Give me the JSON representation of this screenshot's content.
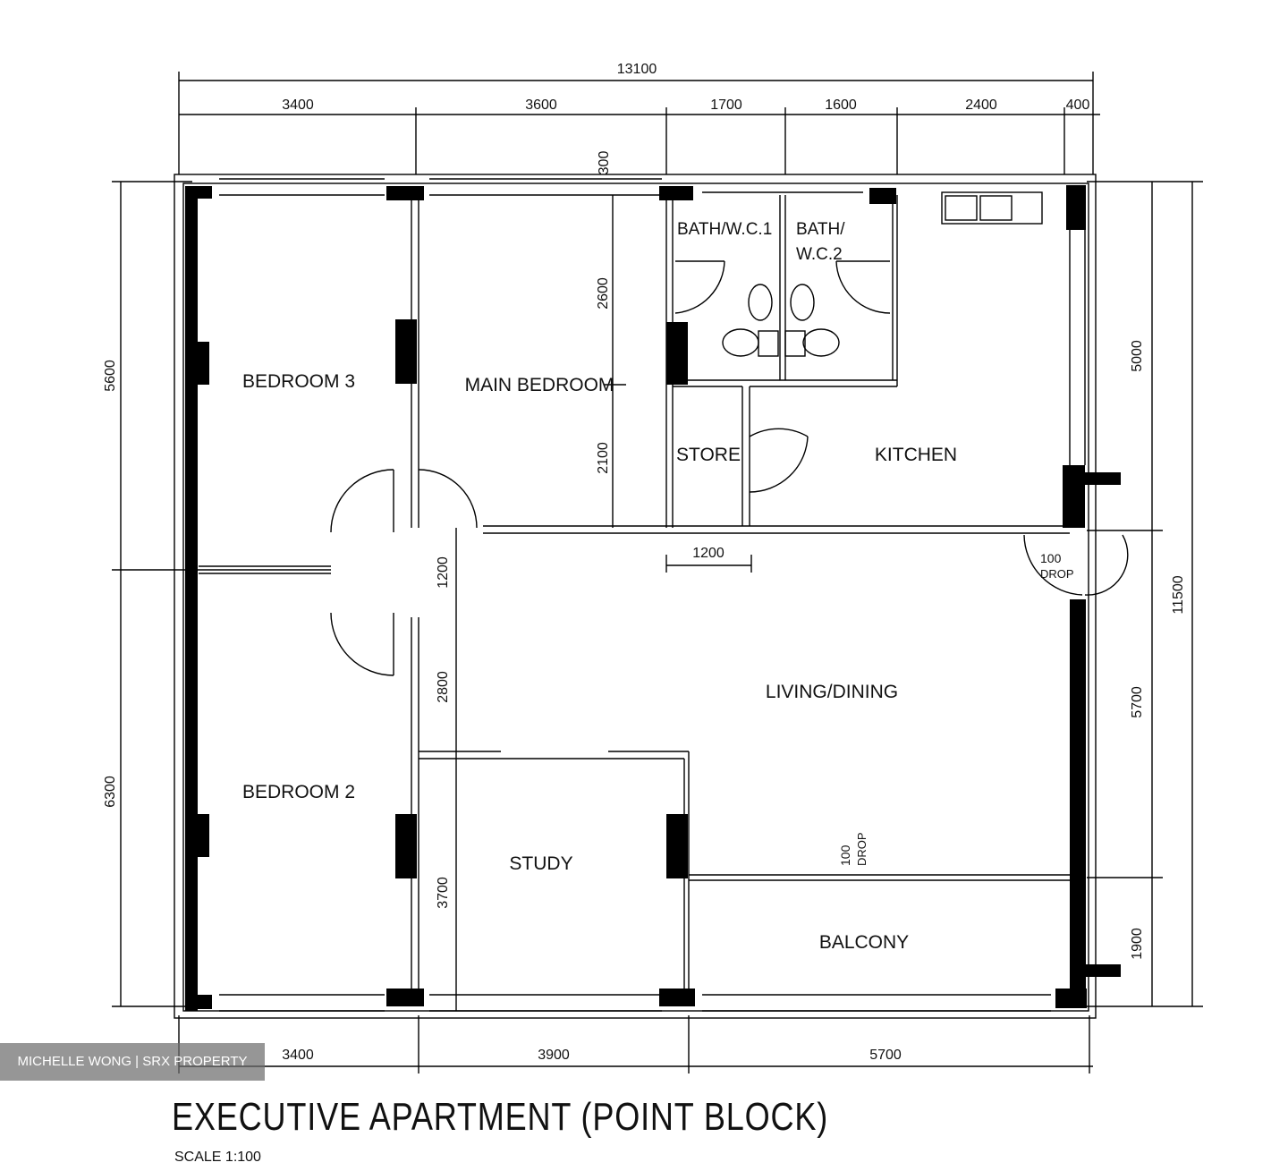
{
  "title": "EXECUTIVE APARTMENT (POINT BLOCK)",
  "scale": "SCALE   1:100",
  "watermark": "MICHELLE WONG | SRX PROPERTY",
  "rooms": {
    "bedroom3": "BEDROOM  3",
    "main_bedroom": "MAIN  BEDROOM",
    "bath1": "BATH/W.C.1",
    "bath2_l1": "BATH/",
    "bath2_l2": "W.C.2",
    "store": "STORE",
    "kitchen": "KITCHEN",
    "living": "LIVING/DINING",
    "bedroom2": "BEDROOM  2",
    "study": "STUDY",
    "balcony": "BALCONY"
  },
  "dims": {
    "top_total": "13100",
    "top": [
      "3400",
      "3600",
      "1700",
      "1600",
      "2400",
      "400"
    ],
    "top_300": "300",
    "left_upper": "5600",
    "left_lower": "6300",
    "right_5000": "5000",
    "right_11500": "11500",
    "right_5700": "5700",
    "right_1900": "1900",
    "inner_2600": "2600",
    "inner_2100": "2100",
    "inner_1200": "1200",
    "inner_2800": "2800",
    "inner_3700": "3700",
    "store_1200": "1200",
    "bottom": [
      "3400",
      "3900",
      "5700"
    ],
    "drop_top_100": "100",
    "drop_top": "DROP",
    "drop_bottom_100": "100",
    "drop_bottom": "DROP"
  }
}
